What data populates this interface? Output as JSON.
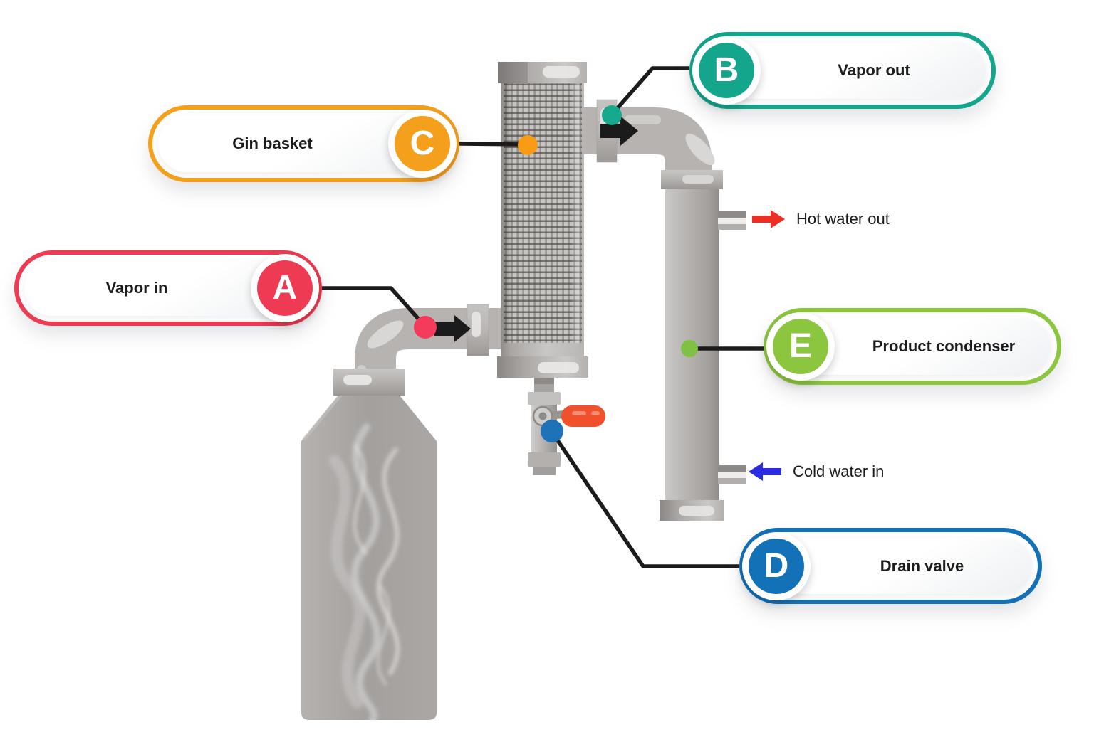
{
  "callouts": {
    "a": {
      "letter": "A",
      "label": "Vapor in",
      "color": "#ee3a52",
      "dot_color": "#f43b5c"
    },
    "b": {
      "letter": "B",
      "label": "Vapor out",
      "color": "#14a68c",
      "dot_color": "#16a98e"
    },
    "c": {
      "letter": "C",
      "label": "Gin basket",
      "color": "#f5a01c",
      "dot_color": "#f79c14"
    },
    "d": {
      "letter": "D",
      "label": "Drain valve",
      "color": "#1371b8",
      "dot_color": "#1e72b8"
    },
    "e": {
      "letter": "E",
      "label": "Product condenser",
      "color": "#8cc63f",
      "dot_color": "#7fc143"
    }
  },
  "flow_labels": {
    "hot_water_out": {
      "text": "Hot water out",
      "arrow_color": "#ee2e24",
      "direction": "right"
    },
    "cold_water_in": {
      "text": "Cold water in",
      "arrow_color": "#2b2be0",
      "direction": "left"
    }
  },
  "illustration": {
    "leader_line_color": "#1b1b1b",
    "flow_arrow_color": "#1b1b1b",
    "valve_handle_color": "#f1502a"
  }
}
